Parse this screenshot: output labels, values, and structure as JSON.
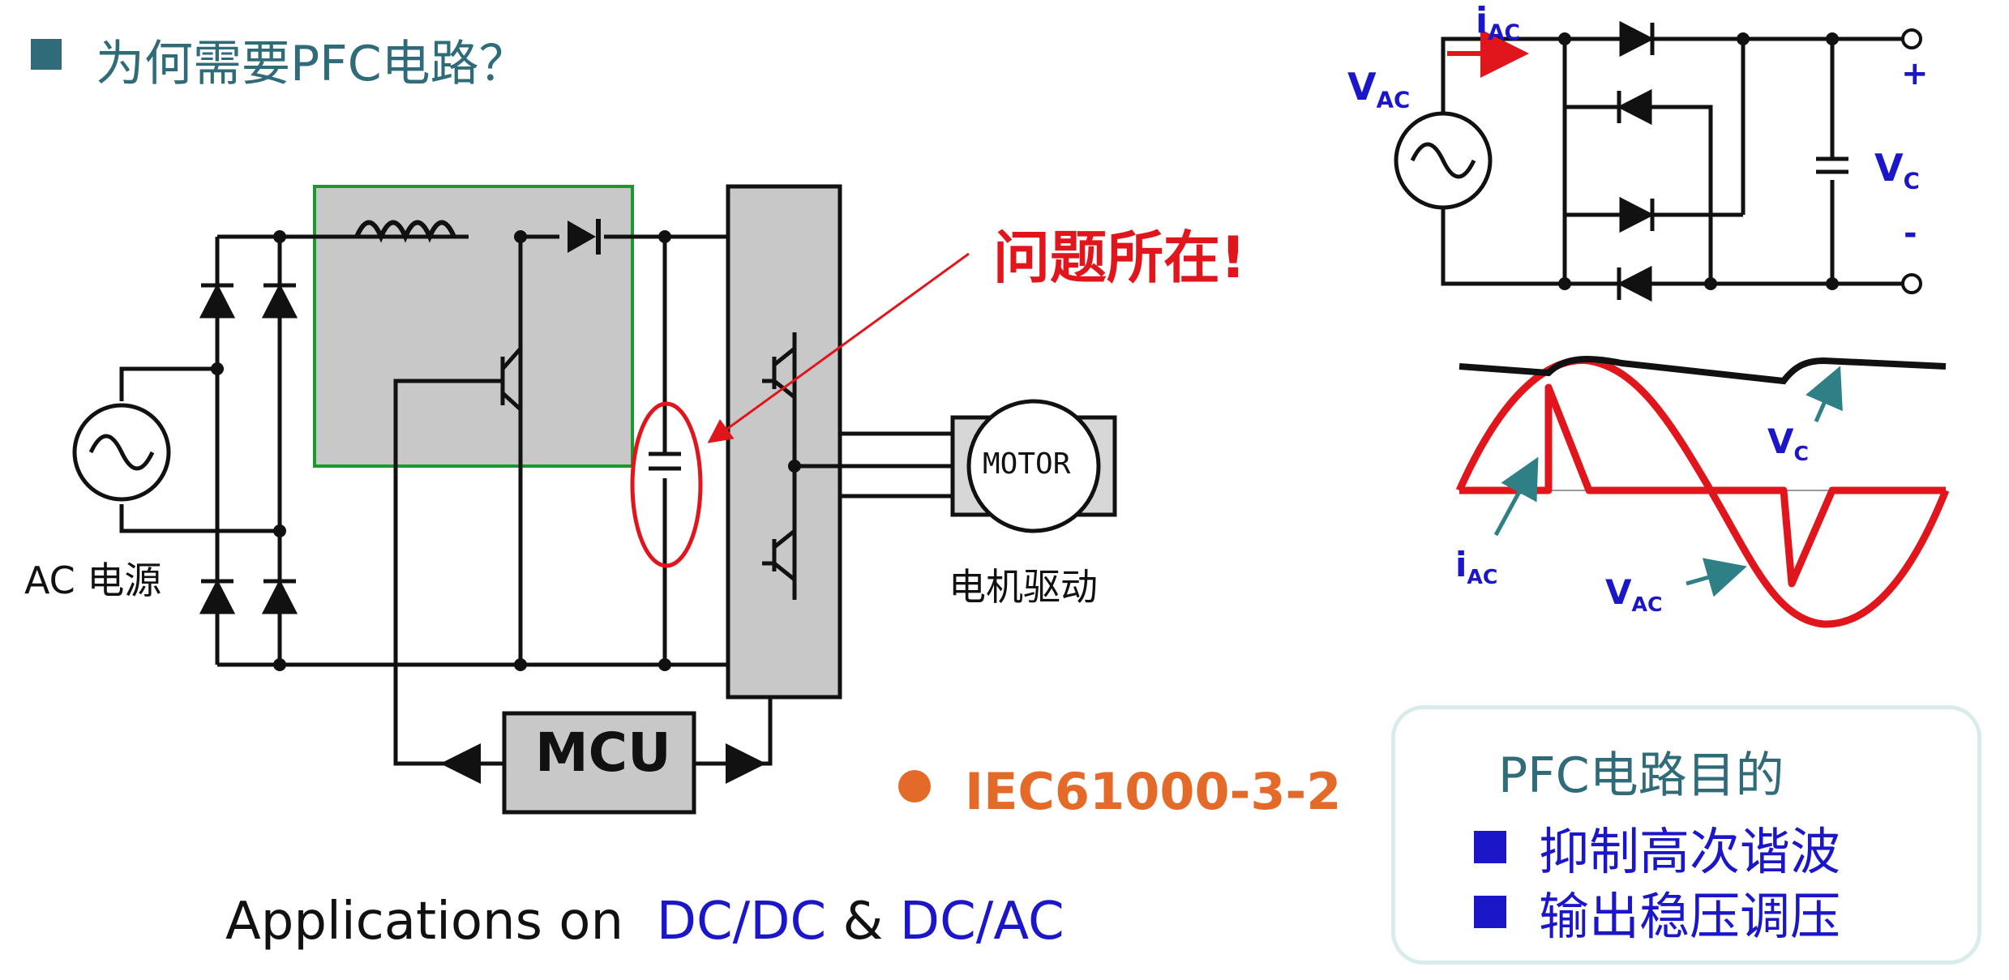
{
  "title": "为何需要PFC电路？",
  "circuit": {
    "ac_source_label": "AC 电源",
    "motor_label": "MOTOR",
    "motor_caption": "电机驱动",
    "mcu_label": "MCU",
    "problem_label": "问题所在!"
  },
  "standard": "IEC61000-3-2",
  "applications": {
    "prefix": "Applications on",
    "item1": "DC/DC",
    "amp": "&",
    "item2": "DC/AC"
  },
  "rectifier": {
    "iac_main": "i",
    "iac_sub": "AC",
    "vac_main": "V",
    "vac_sub": "AC",
    "vc_main": "V",
    "vc_sub": "C",
    "plus": "+",
    "minus": "-"
  },
  "waveform": {
    "vc_main": "V",
    "vc_sub": "C",
    "iac_main": "i",
    "iac_sub": "AC",
    "vac_main": "V",
    "vac_sub": "AC"
  },
  "pfc_goal": {
    "heading": "PFC电路目的",
    "items": [
      "抑制高次谐波",
      "输出稳压调压"
    ]
  },
  "colors": {
    "teal": "#2f6b78",
    "red": "#e0161c",
    "blue": "#1b17c9",
    "orange": "#e46a2a",
    "green": "#1a9a2a",
    "gray": "#c8c8c8"
  }
}
